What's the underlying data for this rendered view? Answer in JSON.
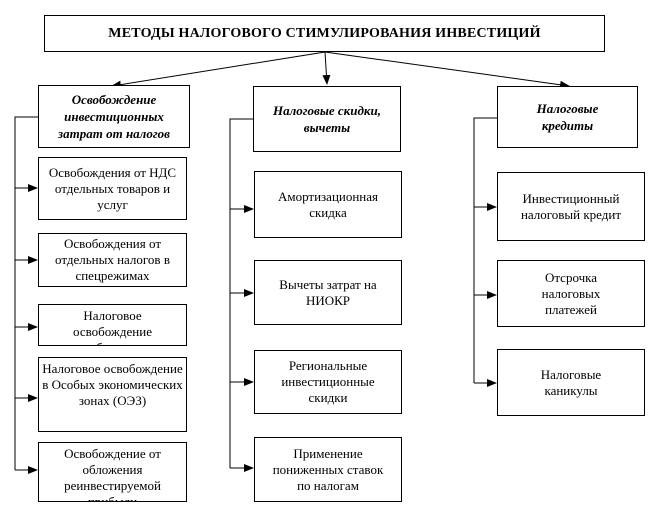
{
  "diagram": {
    "title": "МЕТОДЫ НАЛОГОВОГО СТИМУЛИРОВАНИЯ ИНВЕСТИЦИЙ",
    "columns": [
      {
        "heading": "Освобождение инвестиционных затрат от налогов",
        "items": [
          "Освобождения от НДС отдельных товаров и услуг",
          "Освобождения от отдельных налогов в спецрежимах",
          "Налоговое освобождение убытков",
          "Налоговое освобождение в Особых экономических зонах (ОЭЗ)",
          "Освобождение от обложения реинвестируемой прибыли"
        ]
      },
      {
        "heading": "Налоговые скидки, вычеты",
        "items": [
          "Амортизационная скидка",
          "Вычеты затрат на НИОКР",
          "Региональные инвестиционные скидки",
          "Применение пониженных ставок по налогам"
        ]
      },
      {
        "heading": "Налоговые кредиты",
        "items": [
          "Инвестиционный налоговый кредит",
          "Отсрочка налоговых платежей",
          "Налоговые каникулы"
        ]
      }
    ]
  }
}
